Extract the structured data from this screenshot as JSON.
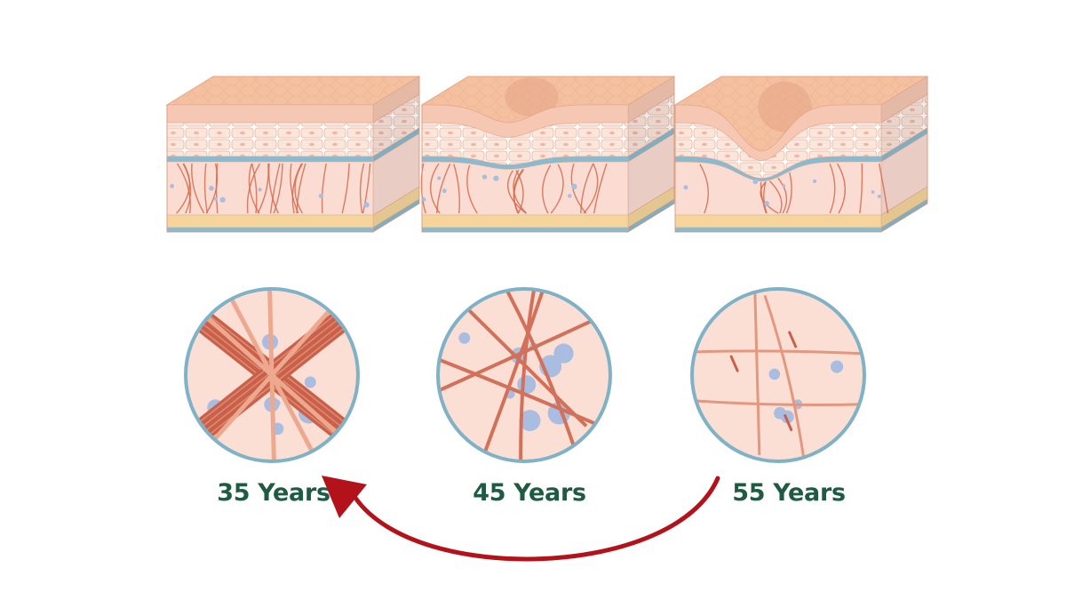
{
  "stages": [
    {
      "label": "35 Years",
      "wrinkle": "none"
    },
    {
      "label": "45 Years",
      "wrinkle": "shallow"
    },
    {
      "label": "55 Years",
      "wrinkle": "deep"
    }
  ],
  "colors": {
    "label_text": "#1f5a45",
    "arrow": "#b3121b",
    "surface_top": "#f4c09f",
    "epidermis": "#f6c8b3",
    "cell_layer": "#fbe1d6",
    "dermis": "#fbdcd2",
    "fiber": "#d46a4c",
    "membrane": "#86bcd3",
    "fat": "#f6d59d",
    "droplet": "#a9bde0",
    "circle_border": "#7fb1c7"
  }
}
